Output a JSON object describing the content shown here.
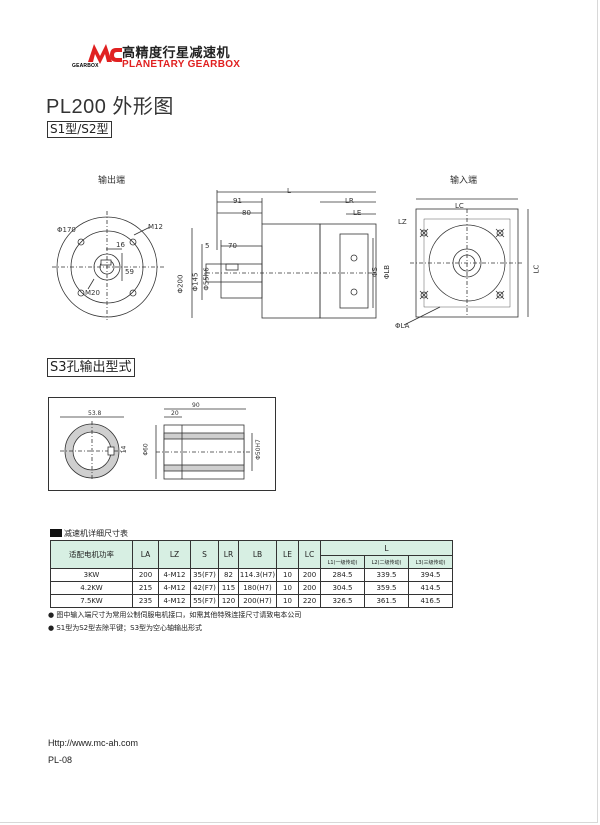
{
  "header": {
    "logo_text": "MC",
    "logo_sub": "GEARBOX",
    "company_cn": "高精度行星减速机",
    "company_en": "PLANETARY GEARBOX"
  },
  "model_title": "PL200 外形图",
  "type_tag": "S1型/S2型",
  "views": {
    "output_label": "输出端",
    "input_label": "输入端"
  },
  "dims": {
    "output": {
      "d170": "Φ170",
      "m12": "M12",
      "d16": "16",
      "d59": "59",
      "m20": "M20"
    },
    "side": {
      "L": "L",
      "d91": "91",
      "d80": "80",
      "d5": "5",
      "d70": "70",
      "LR": "LR",
      "LE": "LE",
      "d200": "Φ200",
      "d145": "Φ145",
      "d55": "Φ55h6",
      "ds": "ΦS",
      "dlb": "ΦLB"
    },
    "input": {
      "LC": "LC",
      "LZ": "LZ",
      "LC2": "LC",
      "LA": "ΦLA"
    }
  },
  "s3": {
    "title": "S3孔输出型式",
    "d538": "53.8",
    "d20": "20",
    "d90": "90",
    "d14": "14",
    "d60": "Φ60",
    "d50": "Φ50H7"
  },
  "table": {
    "title": "减速机详细尺寸表",
    "headers": [
      "适配电机功率",
      "LA",
      "LZ",
      "S",
      "LR",
      "LB",
      "LE",
      "LC",
      "L"
    ],
    "sub_headers": [
      "L1(一级传动)",
      "L2(二级传动)",
      "L3(三级传动)"
    ],
    "rows": [
      [
        "3KW",
        "200",
        "4-M12",
        "35(F7)",
        "82",
        "114.3(H7)",
        "10",
        "200",
        "284.5",
        "339.5",
        "394.5"
      ],
      [
        "4.2KW",
        "215",
        "4-M12",
        "42(F7)",
        "115",
        "180(H7)",
        "10",
        "200",
        "304.5",
        "359.5",
        "414.5"
      ],
      [
        "7.5KW",
        "235",
        "4-M12",
        "55(F7)",
        "120",
        "200(H7)",
        "10",
        "220",
        "326.5",
        "361.5",
        "416.5"
      ]
    ]
  },
  "notes": [
    "图中输入端尺寸为常用公制伺服电机接口，如需其他特殊连接尺寸请致电本公司",
    "S1型为S2型去除平键；S3型为空心轴输出形式"
  ],
  "footer": {
    "url": "Http://www.mc-ah.com",
    "page": "PL-08"
  },
  "colors": {
    "brand_red": "#e02020",
    "table_header": "#d7efe3"
  }
}
